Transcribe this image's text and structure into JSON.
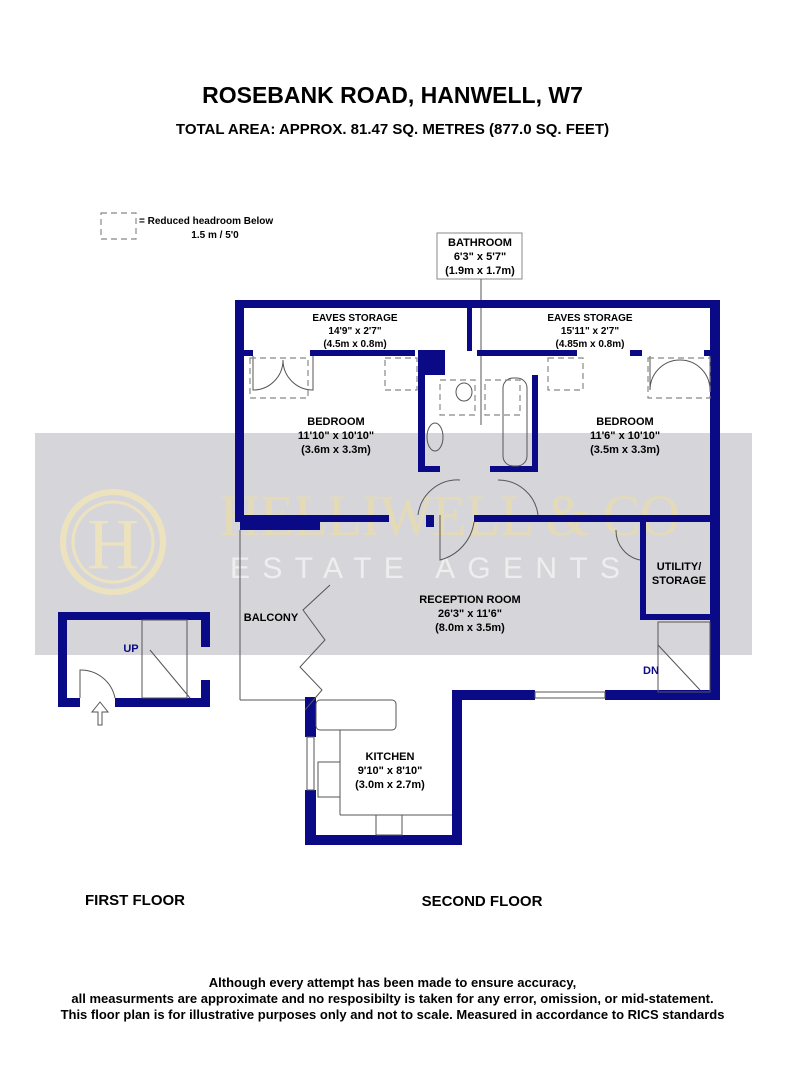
{
  "title": "ROSEBANK ROAD, HANWELL, W7",
  "subtitle": "TOTAL AREA: APPROX. 81.47 SQ. METRES (877.0 SQ. FEET)",
  "legend": {
    "line1": "= Reduced headroom Below",
    "line2": "1.5 m / 5'0"
  },
  "watermark": {
    "name": "HELLIWELL & CO",
    "tagline": "ESTATE AGENTS",
    "monogram": "H"
  },
  "rooms": {
    "bathroom": {
      "name": "BATHROOM",
      "imperial": "6'3\" x 5'7\"",
      "metric": "(1.9m x 1.7m)"
    },
    "eaves_left": {
      "name": "EAVES STORAGE",
      "imperial": "14'9\" x 2'7\"",
      "metric": "(4.5m x 0.8m)"
    },
    "eaves_right": {
      "name": "EAVES STORAGE",
      "imperial": "15'11\" x 2'7\"",
      "metric": "(4.85m x 0.8m)"
    },
    "bedroom_left": {
      "name": "BEDROOM",
      "imperial": "11'10\" x 10'10\"",
      "metric": "(3.6m x 3.3m)"
    },
    "bedroom_right": {
      "name": "BEDROOM",
      "imperial": "11'6\" x 10'10\"",
      "metric": "(3.5m x 3.3m)"
    },
    "reception": {
      "name": "RECEPTION ROOM",
      "imperial": "26'3\" x 11'6\"",
      "metric": "(8.0m x 3.5m)"
    },
    "utility": {
      "line1": "UTILITY/",
      "line2": "STORAGE"
    },
    "balcony": {
      "name": "BALCONY"
    },
    "kitchen": {
      "name": "KITCHEN",
      "imperial": "9'10\" x 8'10\"",
      "metric": "(3.0m x 2.7m)"
    }
  },
  "stairs": {
    "up": "UP",
    "down": "DN"
  },
  "floors": {
    "first": "FIRST FLOOR",
    "second": "SECOND FLOOR"
  },
  "footer": {
    "line1": "Although every attempt has been made to ensure accuracy,",
    "line2": "all measurments are approximate and no resposibilty is taken for any error, omission, or mid-statement.",
    "line3": "This floor plan is for illustrative purposes only and not to scale. Measured in accordance to RICS standards"
  },
  "colors": {
    "wall": "#0a0a86",
    "watermark_band": "#d6d6da",
    "watermark_gold": "#f3e6b8"
  }
}
